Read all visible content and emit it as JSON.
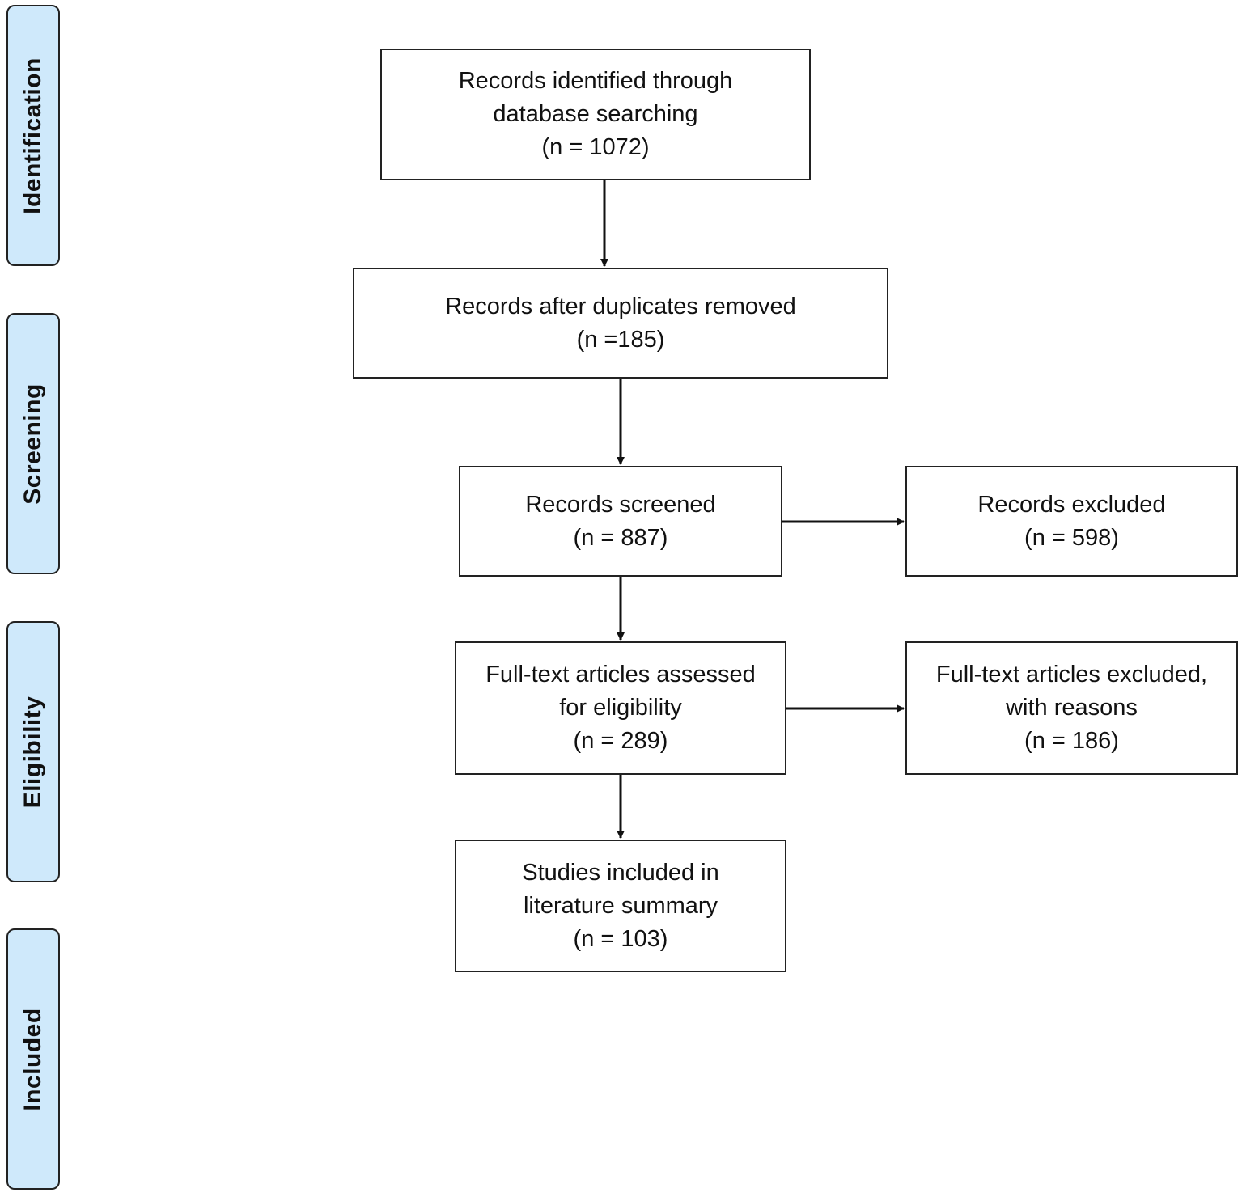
{
  "stages": {
    "identification": "Identification",
    "screening": "Screening",
    "eligibility": "Eligibility",
    "included": "Included"
  },
  "boxes": {
    "identified": {
      "line1": "Records identified through",
      "line2": "database searching",
      "count": "(n = 1072)"
    },
    "deduplicated": {
      "line1": "Records after duplicates removed",
      "count": "(n =185)"
    },
    "screened": {
      "line1": "Records screened",
      "count": "(n = 887)"
    },
    "excluded": {
      "line1": "Records excluded",
      "count": "(n = 598)"
    },
    "fulltext_assessed": {
      "line1": "Full-text articles assessed",
      "line2": "for eligibility",
      "count": "(n = 289)"
    },
    "fulltext_excluded": {
      "line1": "Full-text articles excluded,",
      "line2": "with reasons",
      "count": "(n = 186)"
    },
    "included": {
      "line1": "Studies included in",
      "line2": "literature summary",
      "count": "(n = 103)"
    }
  },
  "colors": {
    "stage_fill": "#cfe9fb",
    "border": "#222222"
  }
}
